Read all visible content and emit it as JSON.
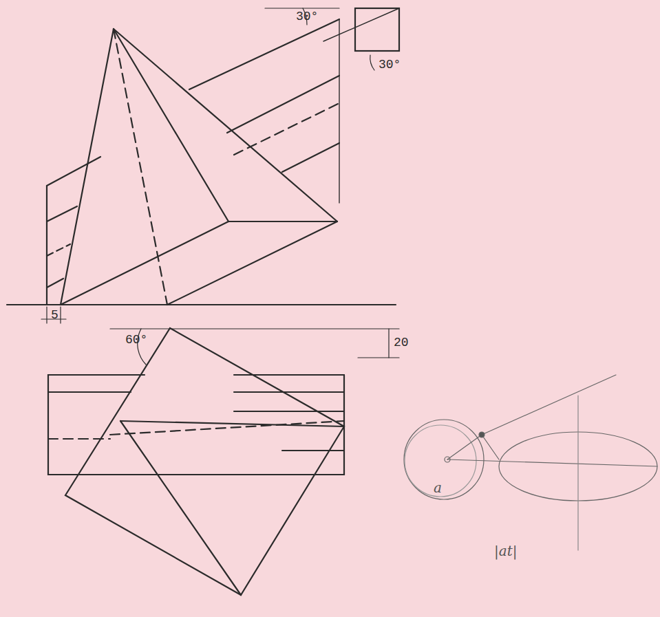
{
  "diagram": {
    "labels": [
      "30°",
      "30°",
      "5",
      "60°",
      "20",
      "a",
      "|at|"
    ]
  }
}
